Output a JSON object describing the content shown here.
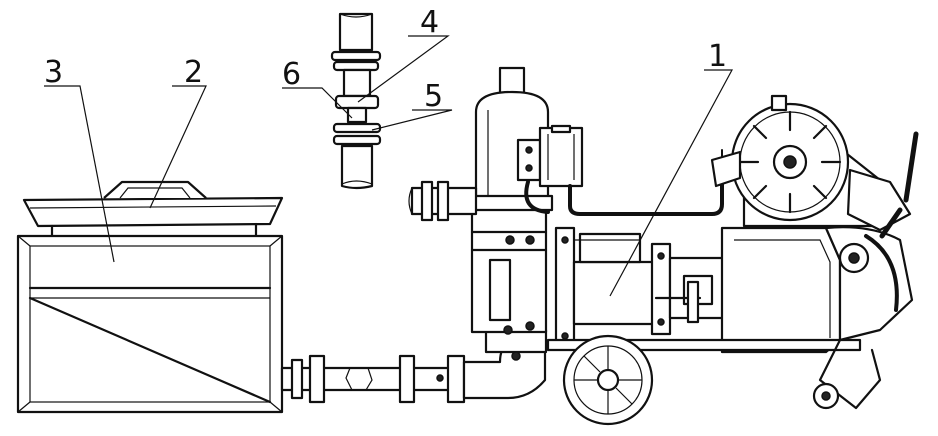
{
  "labels": {
    "pump_unit": "1",
    "hopper_cover": "2",
    "hopper": "3",
    "coupling_upper": "4",
    "coupling_lower": "5",
    "seal_ring": "6"
  }
}
